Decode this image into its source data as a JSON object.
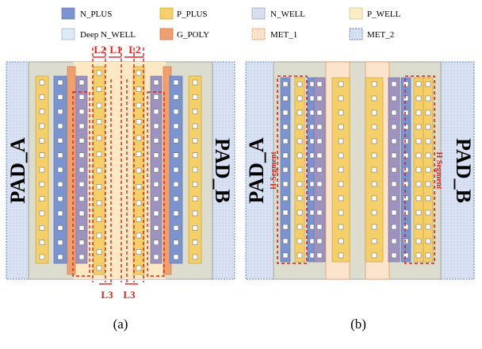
{
  "legend": [
    {
      "key": "n_plus",
      "label": "N_PLUS"
    },
    {
      "key": "p_plus",
      "label": "P_PLUS"
    },
    {
      "key": "n_well",
      "label": "N_WELL"
    },
    {
      "key": "p_well",
      "label": "P_WELL"
    },
    {
      "key": "deep_n_well",
      "label": "Deep N_WELL"
    },
    {
      "key": "g_poly",
      "label": "G_POLY"
    },
    {
      "key": "met_1",
      "label": "MET_1"
    },
    {
      "key": "met_2",
      "label": "MET_2"
    }
  ],
  "colors": {
    "n_plus": "#7b93cf",
    "p_plus": "#f5cf6a",
    "n_well": "#d6def0",
    "p_well": "#fbeec6",
    "deep_n_well": "#dde9f4",
    "g_poly": "#f0a070",
    "met_1": "#fce3cc",
    "met_2": "#d9e2f2",
    "n_plus_stripe": "#9d93be",
    "body_gray": "#dcdccf",
    "p_well_core": "#fde7b8",
    "dimension_red": "#e0201b"
  },
  "panel_a": {
    "pad_left": "PAD_A",
    "pad_right": "PAD_B",
    "dims_top": [
      "L2",
      "L1",
      "L2"
    ],
    "dims_bottom": [
      "L3",
      "L3"
    ],
    "caption": "(a)"
  },
  "panel_b": {
    "pad_left": "PAD_A",
    "pad_right": "PAD_B",
    "segment_left": "H-Segment",
    "segment_right": "H Segment",
    "caption": "(b)"
  }
}
